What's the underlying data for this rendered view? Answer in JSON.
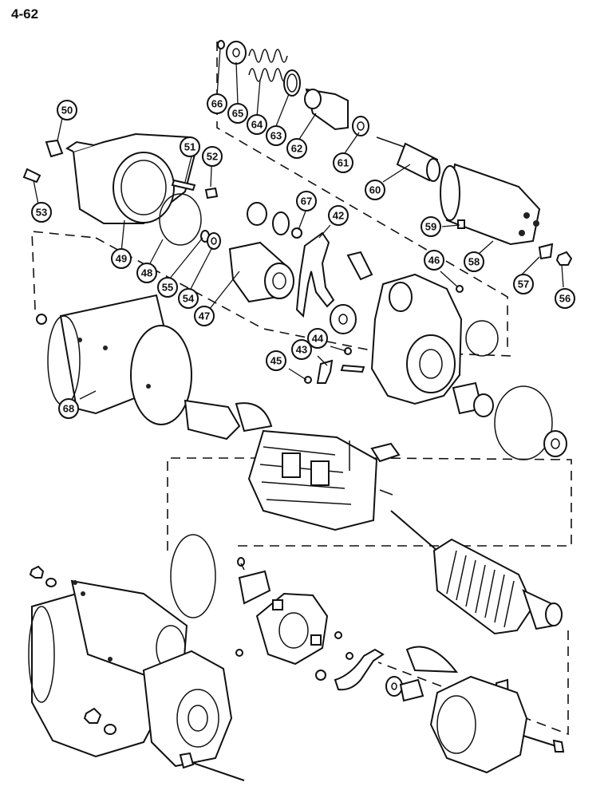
{
  "page_number": "4-62",
  "callouts": [
    {
      "id": "c50",
      "label": "50"
    },
    {
      "id": "c51",
      "label": "51"
    },
    {
      "id": "c52",
      "label": "52"
    },
    {
      "id": "c53",
      "label": "53"
    },
    {
      "id": "c49",
      "label": "49"
    },
    {
      "id": "c48",
      "label": "48"
    },
    {
      "id": "c55",
      "label": "55"
    },
    {
      "id": "c54",
      "label": "54"
    },
    {
      "id": "c47",
      "label": "47"
    },
    {
      "id": "c66",
      "label": "66"
    },
    {
      "id": "c65",
      "label": "65"
    },
    {
      "id": "c64",
      "label": "64"
    },
    {
      "id": "c63",
      "label": "63"
    },
    {
      "id": "c62",
      "label": "62"
    },
    {
      "id": "c61",
      "label": "61"
    },
    {
      "id": "c60",
      "label": "60"
    },
    {
      "id": "c67",
      "label": "67"
    },
    {
      "id": "c42",
      "label": "42"
    },
    {
      "id": "c59",
      "label": "59"
    },
    {
      "id": "c58",
      "label": "58"
    },
    {
      "id": "c46",
      "label": "46"
    },
    {
      "id": "c57",
      "label": "57"
    },
    {
      "id": "c56",
      "label": "56"
    },
    {
      "id": "c44",
      "label": "44"
    },
    {
      "id": "c43",
      "label": "43"
    },
    {
      "id": "c45",
      "label": "45"
    },
    {
      "id": "c68",
      "label": "68"
    }
  ]
}
